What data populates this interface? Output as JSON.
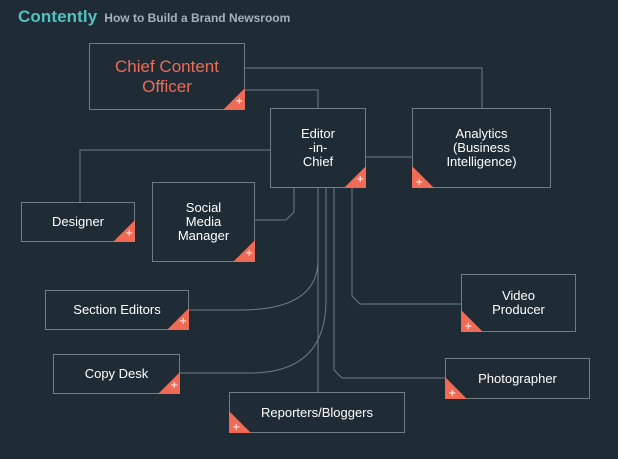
{
  "header": {
    "logo": "Contently",
    "title": "How to Build a Brand Newsroom"
  },
  "nodes": {
    "chief_content_officer": "Chief Content\nOfficer",
    "editor_in_chief": "Editor\n-in-\nChief",
    "analytics": "Analytics\n(Business\nIntelligence)",
    "designer": "Designer",
    "social_media_manager": "Social\nMedia\nManager",
    "section_editors": "Section Editors",
    "copy_desk": "Copy Desk",
    "reporters_bloggers": "Reporters/Bloggers",
    "video_producer": "Video\nProducer",
    "photographer": "Photographer"
  },
  "expand_icon": "plus-icon",
  "colors": {
    "background": "#1f2c35",
    "accent": "#ef6b55",
    "brand": "#4fc3c1",
    "line": "#6e7d86",
    "header_text": "#a5b2ba"
  }
}
